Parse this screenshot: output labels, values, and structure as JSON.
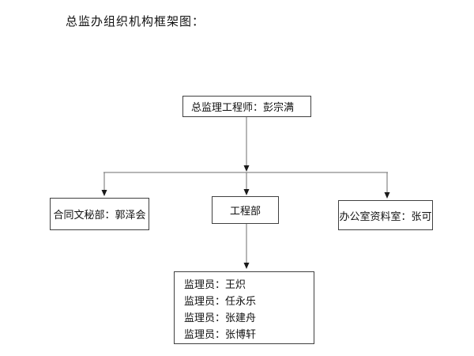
{
  "page": {
    "title": "总监办组织机构框架图："
  },
  "org_chart": {
    "root": {
      "label": "总监理工程师：彭宗满"
    },
    "departments": [
      {
        "label": "合同文秘部：郭泽会"
      },
      {
        "label": "工程部"
      },
      {
        "label": "办公室资料室：张可"
      }
    ],
    "engineering_members": [
      "监理员：王炽",
      "监理员：任永乐",
      "监理员：张建舟",
      "监理员：张博轩"
    ]
  },
  "colors": {
    "background": "#ffffff",
    "box_border": "#404040",
    "connector_line": "#6e6e6e",
    "arrowhead": "#1a1a1a",
    "text": "#111111"
  }
}
